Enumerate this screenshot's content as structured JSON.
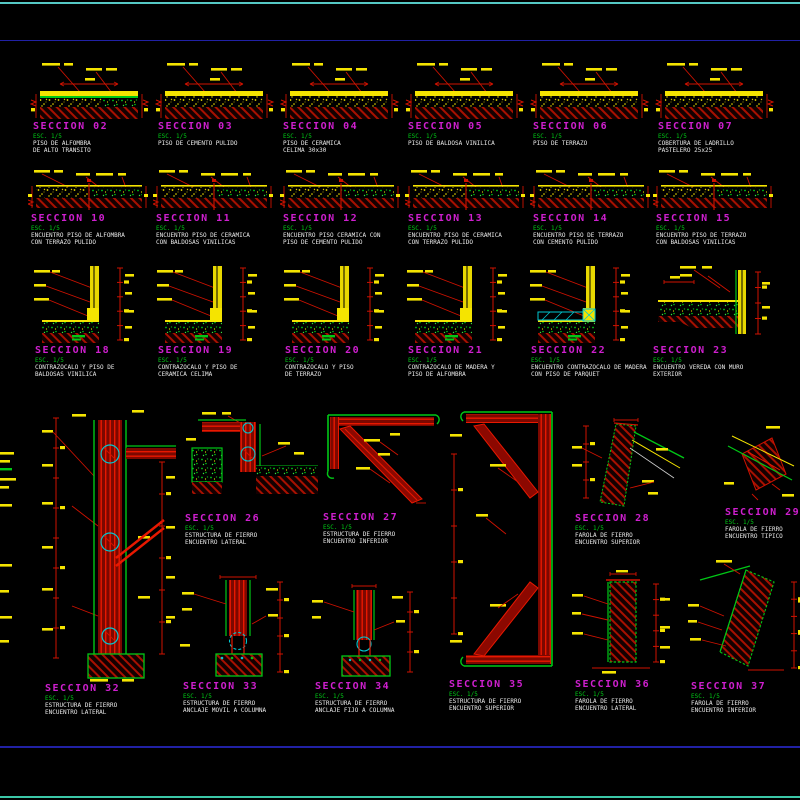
{
  "app": {
    "type": "cad-detail-sheet",
    "sheet_subject": "Floor and steel structure construction details"
  },
  "colors": {
    "background": "#000000",
    "title_magenta": "#cf1fcf",
    "scale_green": "#00c816",
    "description_white": "#e9e9e9",
    "dimension_yellow": "#f5e400",
    "line_red": "#cf1200",
    "steel_red": "#e81800",
    "hatch_red": "#a81000",
    "concrete_green": "#00c816",
    "detail_cyan": "#00c8d2",
    "frame_outer_teal": "#55c8c4",
    "frame_inner_blue": "#2121a5"
  },
  "sections": [
    {
      "id": "s02",
      "title": "SECCION 02",
      "scale": "ESC. 1/5",
      "desc1": "PISO DE ALFOMBRA",
      "desc2": "DE ALTO TRANSITO"
    },
    {
      "id": "s03",
      "title": "SECCION 03",
      "scale": "ESC. 1/5",
      "desc1": "PISO DE CEMENTO PULIDO",
      "desc2": ""
    },
    {
      "id": "s04",
      "title": "SECCION 04",
      "scale": "ESC. 1/5",
      "desc1": "PISO DE CERAMICA",
      "desc2": "CELIMA 30x30"
    },
    {
      "id": "s05",
      "title": "SECCION 05",
      "scale": "ESC. 1/5",
      "desc1": "PISO DE BALDOSA VINILICA",
      "desc2": ""
    },
    {
      "id": "s06",
      "title": "SECCION 06",
      "scale": "ESC. 1/5",
      "desc1": "PISO DE TERRAZO",
      "desc2": ""
    },
    {
      "id": "s07",
      "title": "SECCION 07",
      "scale": "ESC. 1/5",
      "desc1": "COBERTURA DE LADRILLO",
      "desc2": "PASTELERO 25x25"
    },
    {
      "id": "s10",
      "title": "SECCION 10",
      "scale": "ESC. 1/5",
      "desc1": "ENCUENTRO PISO DE ALFOMBRA",
      "desc2": "CON TERRAZO PULIDO"
    },
    {
      "id": "s11",
      "title": "SECCION 11",
      "scale": "ESC. 1/5",
      "desc1": "ENCUENTRO PISO DE CERAMICA",
      "desc2": "CON BALDOSAS VINILICAS"
    },
    {
      "id": "s12",
      "title": "SECCION 12",
      "scale": "ESC. 1/5",
      "desc1": "ENCUENTRO PISO CERAMICA CON",
      "desc2": "PISO DE CEMENTO PULIDO"
    },
    {
      "id": "s13",
      "title": "SECCION 13",
      "scale": "ESC. 1/5",
      "desc1": "ENCUENTRO PISO DE CERAMICA",
      "desc2": "CON TERRAZO PULIDO"
    },
    {
      "id": "s14",
      "title": "SECCION 14",
      "scale": "ESC. 1/5",
      "desc1": "ENCUENTRO PISO DE TERRAZO",
      "desc2": "CON CEMENTO PULIDO"
    },
    {
      "id": "s15",
      "title": "SECCION 15",
      "scale": "ESC. 1/5",
      "desc1": "ENCUENTRO PISO DE TERRAZO",
      "desc2": "CON BALDOSAS VINILICAS"
    },
    {
      "id": "s18",
      "title": "SECCION 18",
      "scale": "ESC. 1/5",
      "desc1": "CONTRAZOCALO Y PISO DE",
      "desc2": "BALDOSAS VINILICA"
    },
    {
      "id": "s19",
      "title": "SECCION 19",
      "scale": "ESC. 1/5",
      "desc1": "CONTRAZOCALO Y PISO DE",
      "desc2": "CERAMICA CELIMA"
    },
    {
      "id": "s20",
      "title": "SECCION 20",
      "scale": "ESC. 1/5",
      "desc1": "CONTRAZOCALO Y PISO",
      "desc2": "DE TERRAZO"
    },
    {
      "id": "s21",
      "title": "SECCION 21",
      "scale": "ESC. 1/5",
      "desc1": "CONTRAZOCALO DE MADERA Y",
      "desc2": "PISO DE ALFOMBRA"
    },
    {
      "id": "s22",
      "title": "SECCION 22",
      "scale": "ESC. 1/5",
      "desc1": "ENCUENTRO CONTRAZOCALO DE MADERA",
      "desc2": "CON PISO DE PARQUET"
    },
    {
      "id": "s23",
      "title": "SECCION 23",
      "scale": "ESC. 1/5",
      "desc1": "ENCUENTRO VEREDA CON MURO",
      "desc2": "EXTERIOR"
    },
    {
      "id": "s26",
      "title": "SECCION 26",
      "scale": "ESC. 1/5",
      "desc1": "ESTRUCTURA DE FIERRO",
      "desc2": "ENCUENTRO LATERAL"
    },
    {
      "id": "s27",
      "title": "SECCION 27",
      "scale": "ESC. 1/5",
      "desc1": "ESTRUCTURA DE FIERRO",
      "desc2": "ENCUENTRO INFERIOR"
    },
    {
      "id": "s28",
      "title": "SECCION 28",
      "scale": "ESC. 1/5",
      "desc1": "FAROLA DE FIERRO",
      "desc2": "ENCUENTRO SUPERIOR"
    },
    {
      "id": "s29",
      "title": "SECCION 29",
      "scale": "ESC. 1/5",
      "desc1": "FAROLA DE FIERRO",
      "desc2": "ENCUENTRO TIPICO"
    },
    {
      "id": "s32",
      "title": "SECCION 32",
      "scale": "ESC. 1/5",
      "desc1": "ESTRUCTURA DE FIERRO",
      "desc2": "ENCUENTRO LATERAL"
    },
    {
      "id": "s33",
      "title": "SECCION 33",
      "scale": "ESC. 1/5",
      "desc1": "ESTRUCTURA DE FIERRO",
      "desc2": "ANCLAJE MOVIL A COLUMNA"
    },
    {
      "id": "s34",
      "title": "SECCION 34",
      "scale": "ESC. 1/5",
      "desc1": "ESTRUCTURA DE FIERRO",
      "desc2": "ANCLAJE FIJO A COLUMNA"
    },
    {
      "id": "s35",
      "title": "SECCION 35",
      "scale": "ESC. 1/5",
      "desc1": "ESTRUCTURA DE FIERRO",
      "desc2": "ENCUENTRO SUPERIOR"
    },
    {
      "id": "s36",
      "title": "SECCION 36",
      "scale": "ESC. 1/5",
      "desc1": "FAROLA DE FIERRO",
      "desc2": "ENCUENTRO LATERAL"
    },
    {
      "id": "s37",
      "title": "SECCION 37",
      "scale": "ESC. 1/5",
      "desc1": "FAROLA DE FIERRO",
      "desc2": "ENCUENTRO INFERIOR"
    }
  ]
}
